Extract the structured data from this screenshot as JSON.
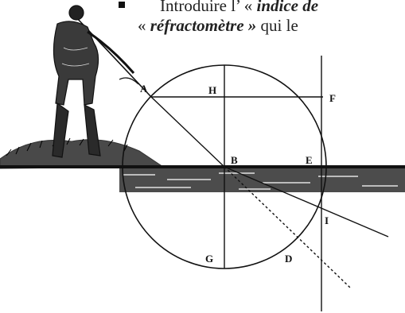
{
  "slide": {
    "line1": {
      "before": "Introduire l’ « ",
      "emphasis": "indice de",
      "after": ""
    },
    "line2": {
      "open": "« ",
      "emphasis": "réfractomètre »",
      "after": " qui le"
    }
  },
  "figure": {
    "point_labels": [
      "A",
      "H",
      "F",
      "B",
      "E",
      "I",
      "G",
      "D"
    ]
  }
}
